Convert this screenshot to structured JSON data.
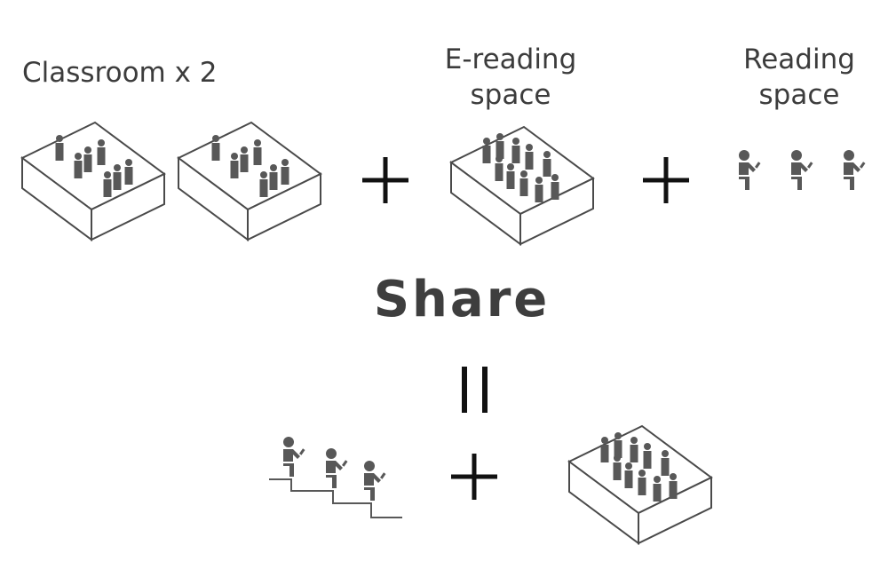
{
  "labels": {
    "classroom": "Classroom x 2",
    "ereading_line1": "E-reading",
    "ereading_line2": "space",
    "reading_line1": "Reading",
    "reading_line2": "space"
  },
  "center": {
    "title": "Share",
    "equals": "="
  },
  "operators": {
    "plus": "+"
  },
  "colors": {
    "figure": "#585858",
    "outline": "#4a4a4a",
    "operator": "#111111",
    "text": "#3c3c3c"
  }
}
